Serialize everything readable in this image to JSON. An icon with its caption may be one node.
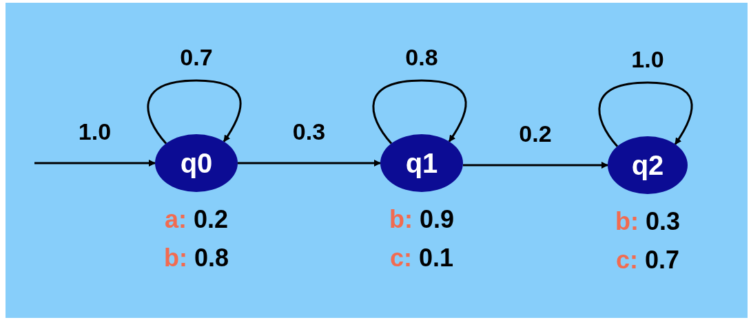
{
  "diagram": {
    "nodes": [
      {
        "text": [
          "q0"
        ],
        "beside": [
          "a: 0.2",
          "b: 0.8"
        ]
      },
      {
        "text": [
          "q1"
        ],
        "beside": [
          "b: 0.9",
          "c: 0.1"
        ]
      },
      {
        "text": [
          "q2"
        ],
        "beside": [
          "b: 0.3",
          "c: 0.7"
        ]
      }
    ],
    "edges": [
      {
        "from": null,
        "to": 0,
        "arrow": "to",
        "label": "1.0"
      },
      {
        "from": 0,
        "to": 0,
        "arrow": "to",
        "label": "0.7"
      },
      {
        "from": 0,
        "to": 1,
        "arrow": "to",
        "label": "0.3"
      },
      {
        "from": 1,
        "to": 1,
        "arrow": "to",
        "label": "0.8"
      },
      {
        "from": 1,
        "to": 2,
        "arrow": "to",
        "label": "0.2"
      },
      {
        "from": 2,
        "to": 2,
        "arrow": "to",
        "label": "1.0"
      }
    ]
  }
}
